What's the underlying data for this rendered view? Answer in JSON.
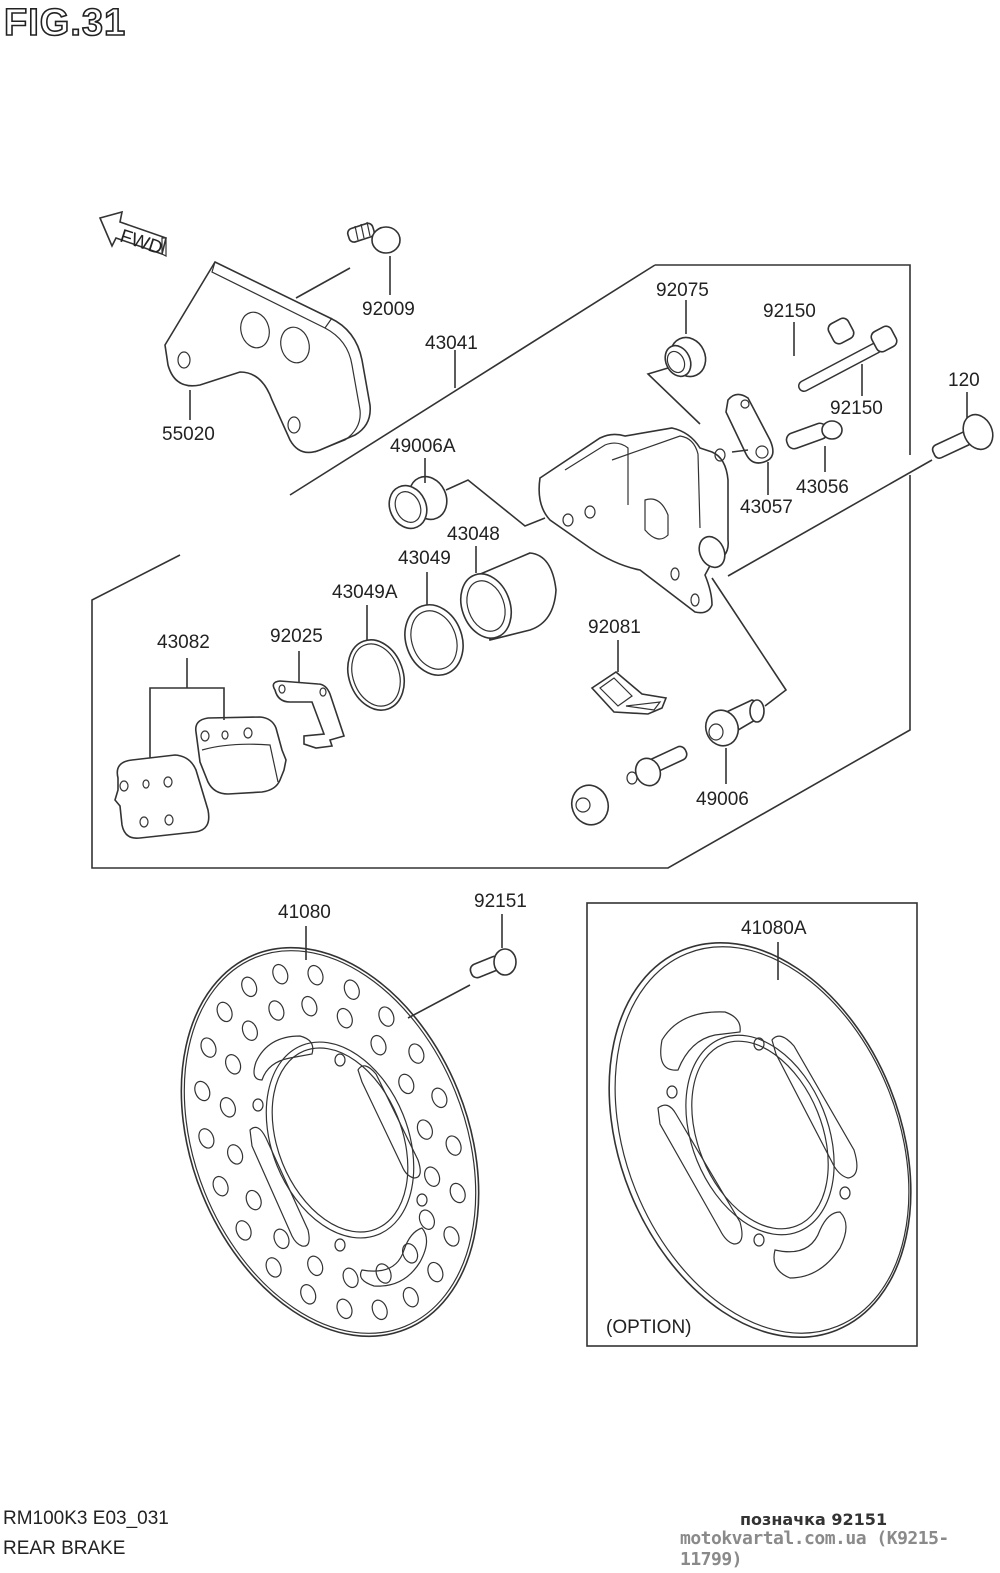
{
  "figure": {
    "title": "FIG.31",
    "direction_arrow": {
      "icon": "fwd-arrow-icon",
      "label": "FWD"
    }
  },
  "parts": {
    "p55020": "55020",
    "p92009": "92009",
    "p43041": "43041",
    "p92075": "92075",
    "p92150_a": "92150",
    "p92150_b": "92150",
    "p120": "120",
    "p49006A": "49006A",
    "p43057": "43057",
    "p43056": "43056",
    "p43048": "43048",
    "p43049": "43049",
    "p43049A": "43049A",
    "p43082": "43082",
    "p92025": "92025",
    "p92081": "92081",
    "p49006": "49006",
    "p41080": "41080",
    "p92151": "92151",
    "p41080A": "41080A"
  },
  "option_box": {
    "label": "(OPTION)"
  },
  "footer": {
    "model_code": "RM100K3 E03_031",
    "section_name": "REAR BRAKE",
    "part_reference": "позначка 92151",
    "site_code": "motokvartal.com.ua (K9215-11799)"
  }
}
